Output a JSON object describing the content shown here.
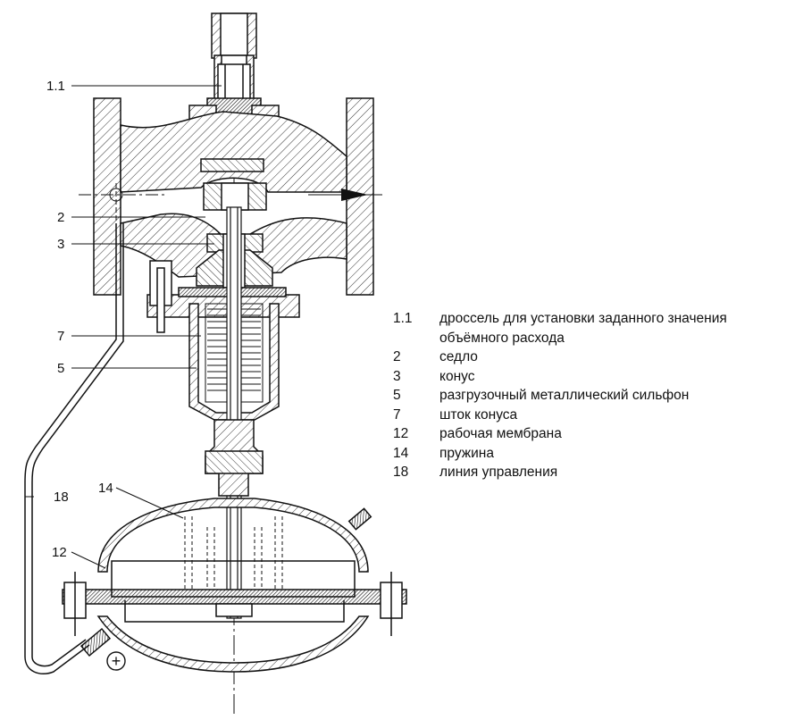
{
  "callouts": {
    "c1_1": "1.1",
    "c2": "2",
    "c3": "3",
    "c7": "7",
    "c5": "5",
    "c18": "18",
    "c14": "14",
    "c12": "12"
  },
  "symbol_plus": "+",
  "legend": [
    {
      "num": "1.1",
      "text": "дроссель для установки заданного значения объёмного расхода"
    },
    {
      "num": "2",
      "text": "седло"
    },
    {
      "num": "3",
      "text": "конус"
    },
    {
      "num": "5",
      "text": "разгрузочный металлический сильфон"
    },
    {
      "num": "7",
      "text": "шток конуса"
    },
    {
      "num": "12",
      "text": "рабочая мембрана"
    },
    {
      "num": "14",
      "text": "пружина"
    },
    {
      "num": "18",
      "text": "линия управления"
    }
  ],
  "colors": {
    "line": "#111111",
    "hatch": "#444444",
    "background": "#ffffff"
  }
}
